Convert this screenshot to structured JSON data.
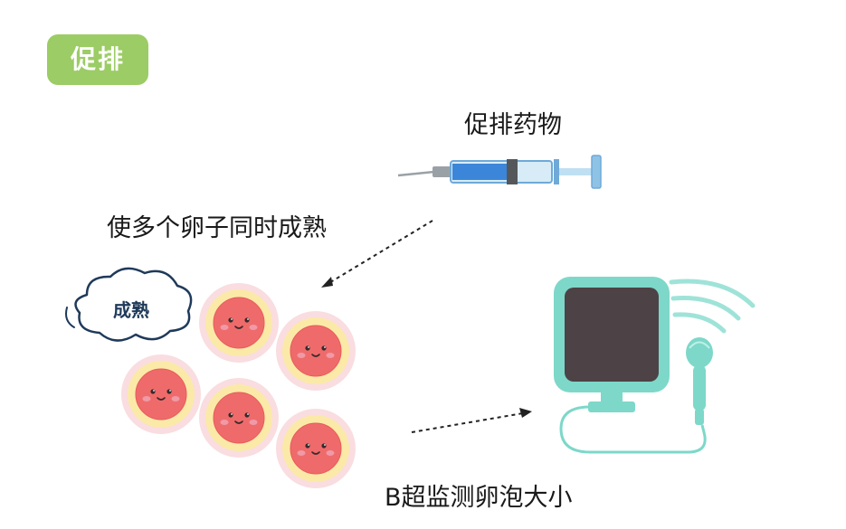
{
  "badge": "促排",
  "drug_label": "促排药物",
  "mature_label": "使多个卵子同时成熟",
  "cloud_text": "成熟",
  "bscan_label": "B超监测卵泡大小",
  "colors": {
    "badge": "#9ccc65",
    "follicle_outer": "#f9dde0",
    "follicle_mid": "#fbe9a8",
    "follicle_core": "#ef6b6b",
    "monitor": "#7dd8c9",
    "screen": "#4d4245",
    "syringe_fluid": "#3b86d8"
  },
  "icons": [
    "syringe-icon",
    "egg-cell-icon",
    "thought-cloud-icon",
    "ultrasound-machine-icon",
    "signal-waves-icon"
  ]
}
